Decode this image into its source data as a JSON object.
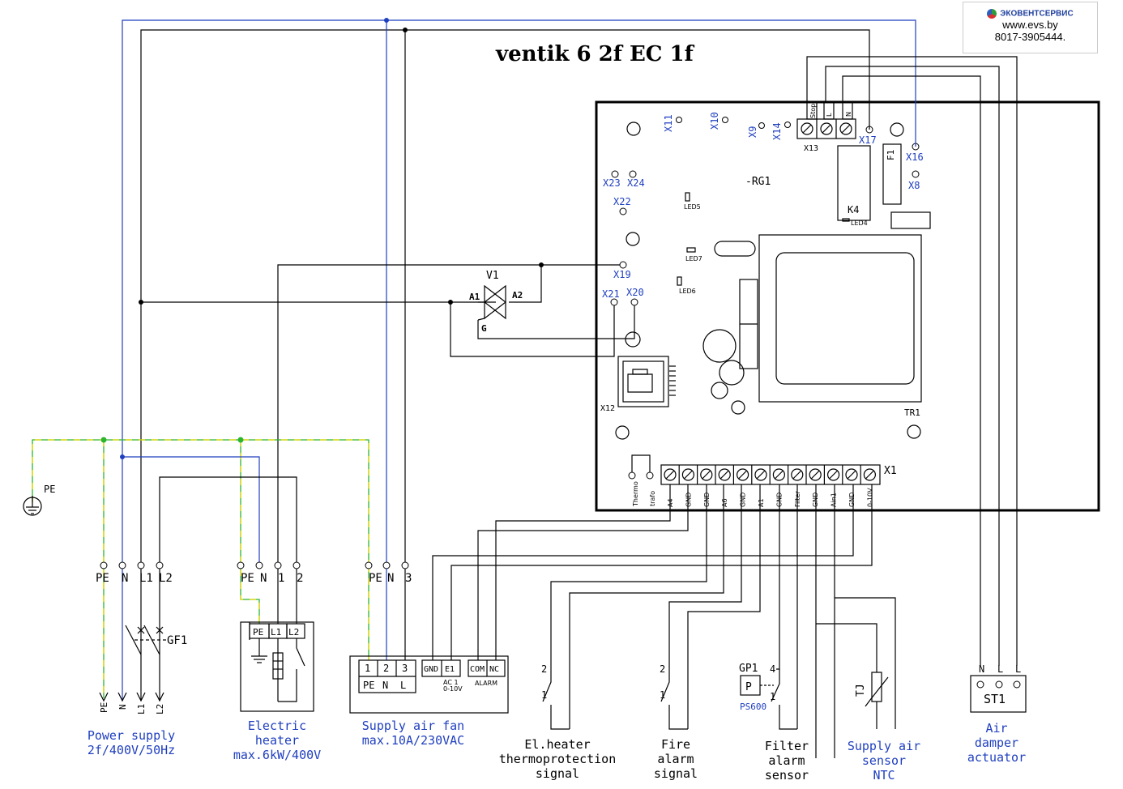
{
  "title": "ventik 6 2f EC 1f",
  "logo": {
    "brand": "ЭКОВЕНТСЕРВИС",
    "url": "www.evs.by",
    "phone": "8017-3905444."
  },
  "board": {
    "name": "-RG1",
    "connectors": [
      "X11",
      "X10",
      "X9",
      "X14",
      "X13",
      "X17",
      "X16",
      "X8",
      "X23",
      "X24",
      "X22",
      "X19",
      "X21",
      "X20",
      "X12",
      "TR1",
      "F1",
      "K4",
      "X1"
    ],
    "x13_labels": [
      "Stop",
      "L",
      "N"
    ],
    "x1_labels": [
      "A4",
      "GND",
      "GND",
      "A6",
      "GND",
      "A1",
      "GND",
      "Filter",
      "GND",
      "Ain1",
      "GND",
      "0-10V"
    ],
    "thermo_labels": [
      "Thermo",
      "trafo"
    ],
    "leds": [
      "LED5",
      "LED4",
      "LED7",
      "LED6"
    ]
  },
  "triac": {
    "name": "V1",
    "a1": "A1",
    "a2": "A2",
    "g": "G"
  },
  "pe_symbol": "PE",
  "power": {
    "terminals": [
      "PE",
      "N",
      "L1",
      "L2"
    ],
    "breaker": "GF1",
    "outputs": [
      "PE",
      "N",
      "L1",
      "L2"
    ],
    "caption": [
      "Power supply",
      "2f/400V/50Hz"
    ]
  },
  "heater": {
    "terminals": [
      "PE",
      "N",
      "1",
      "2"
    ],
    "box_labels": [
      "PE",
      "L1",
      "L2"
    ],
    "caption": [
      "Electric",
      "heater",
      "max.6kW/400V"
    ]
  },
  "fan": {
    "terminals": [
      "PE",
      "N",
      "3"
    ],
    "box_top": [
      "1",
      "2",
      "3",
      "GND",
      "E1",
      "COM",
      "NC"
    ],
    "box_bottom": [
      "PE",
      "N",
      "L"
    ],
    "ac_label": [
      "AC 1",
      "0-10V"
    ],
    "alarm_label": "ALARM",
    "caption": [
      "Supply air fan",
      "max.10A/230VAC"
    ]
  },
  "thermo_signal": {
    "pins": [
      "2",
      "1"
    ],
    "caption": [
      "El.heater",
      "thermoprotection",
      "signal"
    ]
  },
  "fire_signal": {
    "pins": [
      "2",
      "1"
    ],
    "caption": [
      "Fire",
      "alarm",
      "signal"
    ]
  },
  "filter_sensor": {
    "name": "GP1",
    "box": "P",
    "model": "PS600",
    "pins": [
      "4",
      "1"
    ],
    "caption": [
      "Filter",
      "alarm",
      "sensor"
    ]
  },
  "air_sensor": {
    "name": "TJ",
    "caption": [
      "Supply air",
      "sensor",
      "NTC"
    ]
  },
  "actuator": {
    "terminals": [
      "N",
      "L",
      "L"
    ],
    "name": "ST1",
    "caption": [
      "Air",
      "damper",
      "actuator"
    ]
  }
}
